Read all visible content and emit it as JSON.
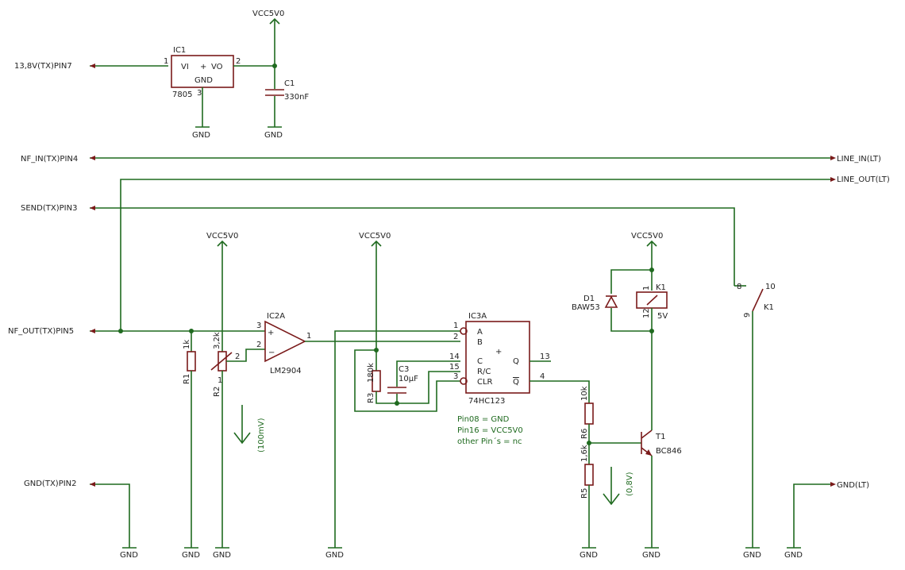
{
  "ports": {
    "pin7": "13,8V(TX)PIN7",
    "pin4": "NF_IN(TX)PIN4",
    "pin3": "SEND(TX)PIN3",
    "pin5": "NF_OUT(TX)PIN5",
    "pin2": "GND(TX)PIN2",
    "line_in": "LINE_IN(LT)",
    "line_out": "LINE_OUT(LT)",
    "gnd_lt": "GND(LT)"
  },
  "supply": {
    "vcc": "VCC5V0",
    "gnd": "GND"
  },
  "ic1": {
    "name": "IC1",
    "vi": "VI",
    "vo": "VO",
    "gnd": "GND",
    "part": "7805",
    "pin1": "1",
    "pin2": "2",
    "pin3": "3"
  },
  "c1": {
    "name": "C1",
    "value": "330nF"
  },
  "r1": {
    "name": "R1",
    "value": "1k"
  },
  "r2": {
    "name": "R2",
    "value": "3,2k",
    "pin2": "2",
    "pin1": "1"
  },
  "v100": {
    "label": "(100mV)"
  },
  "ic2": {
    "name": "IC2A",
    "part": "LM2904",
    "pin3": "3",
    "pin2": "2",
    "pin1": "1"
  },
  "ic3": {
    "name": "IC3A",
    "part": "74HC123",
    "a": "A",
    "b": "B",
    "c": "C",
    "rc": "R/C",
    "clr": "CLR",
    "q": "Q",
    "qn": "Q",
    "pins": {
      "p1": "1",
      "p2": "2",
      "p14": "14",
      "p15": "15",
      "p3": "3",
      "p13": "13",
      "p4": "4"
    }
  },
  "r3": {
    "name": "R3",
    "value": "180k"
  },
  "c3": {
    "name": "C3",
    "value": "10µF"
  },
  "notes": {
    "line1": "Pin08 = GND",
    "line2": "Pin16 = VCC5V0",
    "line3": "other Pin´s = nc"
  },
  "d1": {
    "name": "D1",
    "part": "BAW53"
  },
  "k1": {
    "name": "K1",
    "value": "5V",
    "pin1": "1",
    "pin2": "12",
    "sw8": "8",
    "sw10": "10",
    "sw9": "9"
  },
  "r6": {
    "name": "R6",
    "value": "10k"
  },
  "r5": {
    "name": "R5",
    "value": "1,6k"
  },
  "v08": {
    "label": "(0,8V)"
  },
  "t1": {
    "name": "T1",
    "part": "BC846"
  }
}
